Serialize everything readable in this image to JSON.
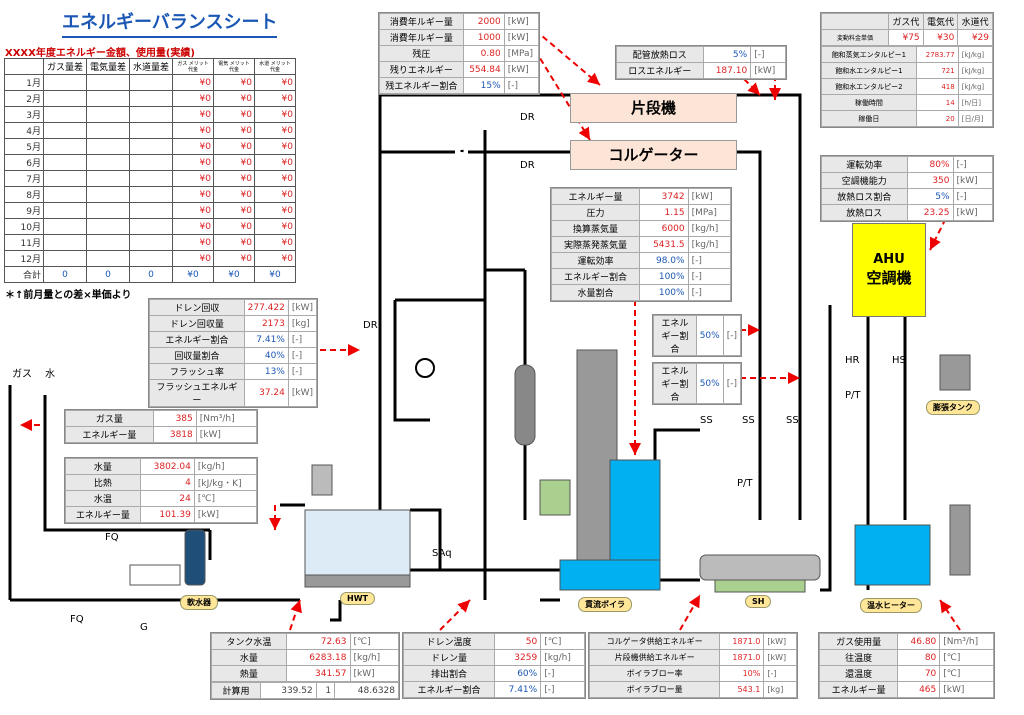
{
  "title": "エネルギーバランスシート",
  "subtitle": "XXXX年度エネルギー金額、使用量(実績)",
  "note": "＊↑前月量との差×単価より",
  "monthly": {
    "headers": [
      "ガス量差",
      "電気量差",
      "水道量差",
      "ガス メリット代金",
      "電気 メリット代金",
      "水道 メリット代金"
    ],
    "rows": [
      {
        "m": "1月",
        "g": "¥0",
        "e": "¥0",
        "w": "¥0"
      },
      {
        "m": "2月",
        "g": "¥0",
        "e": "¥0",
        "w": "¥0"
      },
      {
        "m": "3月",
        "g": "¥0",
        "e": "¥0",
        "w": "¥0"
      },
      {
        "m": "4月",
        "g": "¥0",
        "e": "¥0",
        "w": "¥0"
      },
      {
        "m": "5月",
        "g": "¥0",
        "e": "¥0",
        "w": "¥0"
      },
      {
        "m": "6月",
        "g": "¥0",
        "e": "¥0",
        "w": "¥0"
      },
      {
        "m": "7月",
        "g": "¥0",
        "e": "¥0",
        "w": "¥0"
      },
      {
        "m": "8月",
        "g": "¥0",
        "e": "¥0",
        "w": "¥0"
      },
      {
        "m": "9月",
        "g": "¥0",
        "e": "¥0",
        "w": "¥0"
      },
      {
        "m": "10月",
        "g": "¥0",
        "e": "¥0",
        "w": "¥0"
      },
      {
        "m": "11月",
        "g": "¥0",
        "e": "¥0",
        "w": "¥0"
      },
      {
        "m": "12月",
        "g": "¥0",
        "e": "¥0",
        "w": "¥0"
      }
    ],
    "total": {
      "label": "合計",
      "a": "0",
      "b": "0",
      "c": "0",
      "g": "¥0",
      "e": "¥0",
      "w": "¥0"
    }
  },
  "power": [
    {
      "l": "消費年ルギー量",
      "v": "2000",
      "u": "[kW]"
    },
    {
      "l": "消費年ルギー量",
      "v": "1000",
      "u": "[kW]"
    },
    {
      "l": "残圧",
      "v": "0.80",
      "u": "[MPa]"
    },
    {
      "l": "残りエネルギー",
      "v": "554.84",
      "u": "[kW]"
    },
    {
      "l": "残エネルギー割合",
      "v": "15%",
      "u": "[-]"
    }
  ],
  "pipeloss": [
    {
      "l": "配管放熱ロス",
      "v": "5%",
      "u": "[-]"
    },
    {
      "l": "ロスエネルギー",
      "v": "187.10",
      "u": "[kW]"
    }
  ],
  "prices": {
    "headers": [
      "ガス代",
      "電気代",
      "水道代"
    ],
    "unit_label": "変動料金単価",
    "unit": [
      "¥75",
      "¥30",
      "¥29"
    ],
    "rows": [
      {
        "l": "飽和蒸気エンタルピー1",
        "v": "2783.77",
        "u": "[kJ/kg]"
      },
      {
        "l": "飽和水エンタルピー1",
        "v": "721",
        "u": "[kJ/kg]"
      },
      {
        "l": "飽和水エンタルピー2",
        "v": "418",
        "u": "[kJ/kg]"
      },
      {
        "l": "稼働時間",
        "v": "14",
        "u": "[h/日]"
      },
      {
        "l": "稼働日",
        "v": "20",
        "u": "[日/月]"
      }
    ]
  },
  "ahu": [
    {
      "l": "運転効率",
      "v": "80%",
      "u": "[-]"
    },
    {
      "l": "空調機能力",
      "v": "350",
      "u": "[kW]"
    },
    {
      "l": "放熱ロス割合",
      "v": "5%",
      "u": "[-]"
    },
    {
      "l": "放熱ロス",
      "v": "23.25",
      "u": "[kW]"
    }
  ],
  "boiler": [
    {
      "l": "エネルギー量",
      "v": "3742",
      "u": "[kW]",
      "c": "r"
    },
    {
      "l": "圧力",
      "v": "1.15",
      "u": "[MPa]",
      "c": "r"
    },
    {
      "l": "換算蒸気量",
      "v": "6000",
      "u": "[kg/h]",
      "c": "r"
    },
    {
      "l": "実際蒸発蒸気量",
      "v": "5431.5",
      "u": "[kg/h]",
      "c": "r"
    },
    {
      "l": "運転効率",
      "v": "98.0%",
      "u": "[-]",
      "c": "b"
    },
    {
      "l": "エネルギー割合",
      "v": "100%",
      "u": "[-]",
      "c": "b"
    },
    {
      "l": "水量割合",
      "v": "100%",
      "u": "[-]",
      "c": "b"
    }
  ],
  "drain": [
    {
      "l": "ドレン回収",
      "v": "277.422",
      "u": "[kW]",
      "c": "r"
    },
    {
      "l": "ドレン回収量",
      "v": "2173",
      "u": "[kg]",
      "c": "r"
    },
    {
      "l": "エネルギー割合",
      "v": "7.41%",
      "u": "[-]",
      "c": "b"
    },
    {
      "l": "回収量割合",
      "v": "40%",
      "u": "[-]",
      "c": "b"
    },
    {
      "l": "フラッシュ率",
      "v": "13%",
      "u": "[-]",
      "c": "b"
    },
    {
      "l": "フラッシュエネルギー",
      "v": "37.24",
      "u": "[kW]",
      "c": "r"
    }
  ],
  "ss1": [
    {
      "l": "エネルギー割合",
      "v": "50%",
      "u": "[-]"
    }
  ],
  "ss2": [
    {
      "l": "エネルギー割合",
      "v": "50%",
      "u": "[-]"
    }
  ],
  "gasin": [
    {
      "l": "ガス量",
      "v": "385",
      "u": "[Nm³/h]"
    },
    {
      "l": "エネルギー量",
      "v": "3818",
      "u": "[kW]"
    }
  ],
  "water": [
    {
      "l": "水量",
      "v": "3802.04",
      "u": "[kg/h]"
    },
    {
      "l": "比熱",
      "v": "4",
      "u": "[kJ/kg・K]"
    },
    {
      "l": "水温",
      "v": "24",
      "u": "[℃]"
    },
    {
      "l": "エネルギー量",
      "v": "101.39",
      "u": "[kW]"
    }
  ],
  "tank": [
    {
      "l": "タンク水温",
      "v": "72.63",
      "u": "[℃]",
      "c": "r"
    },
    {
      "l": "水量",
      "v": "6283.18",
      "u": "[kg/h]",
      "c": "r"
    },
    {
      "l": "熱量",
      "v": "341.57",
      "u": "[kW]",
      "c": "r"
    }
  ],
  "tank_calc": {
    "l": "計算用",
    "a": "339.52",
    "b": "1",
    "c": "48.6328"
  },
  "drain2": [
    {
      "l": "ドレン温度",
      "v": "50",
      "u": "[℃]",
      "c": "r"
    },
    {
      "l": "ドレン量",
      "v": "3259",
      "u": "[kg/h]",
      "c": "r"
    },
    {
      "l": "排出割合",
      "v": "60%",
      "u": "[-]",
      "c": "b"
    },
    {
      "l": "エネルギー割合",
      "v": "7.41%",
      "u": "[-]",
      "c": "b"
    }
  ],
  "supply": [
    {
      "l": "コルゲータ供給エネルギー",
      "v": "1871.0",
      "u": "[kW]"
    },
    {
      "l": "片段機供給エネルギー",
      "v": "1871.0",
      "u": "[kW]"
    },
    {
      "l": "ボイラブロー率",
      "v": "10%",
      "u": "[-]"
    },
    {
      "l": "ボイラブロー量",
      "v": "543.1",
      "u": "[kg]"
    }
  ],
  "heater": [
    {
      "l": "ガス使用量",
      "v": "46.80",
      "u": "[Nm³/h]"
    },
    {
      "l": "往温度",
      "v": "80",
      "u": "[℃]"
    },
    {
      "l": "還温度",
      "v": "70",
      "u": "[℃]"
    },
    {
      "l": "エネルギー量",
      "v": "465",
      "u": "[kW]"
    }
  ],
  "equip": {
    "katadan": "片段機",
    "corrugator": "コルゲーター",
    "ahu1": "AHU",
    "ahu2": "空調機"
  },
  "labels": {
    "dr1": "DR",
    "dr2": "DR",
    "dr3": "DR",
    "gas": "ガス",
    "water": "水",
    "fq1": "FQ",
    "fq2": "FQ",
    "g": "G",
    "saq": "SAq",
    "ss1": "SS",
    "ss2": "SS",
    "ss3": "SS",
    "hr": "HR",
    "hs": "HS",
    "pt": "P/T"
  },
  "eqlabels": {
    "softener": "軟水器",
    "hwt": "HWT",
    "boiler": "貫流ボイラ",
    "sh": "SH",
    "heater": "温水ヒーター",
    "exptank": "膨張タンク"
  }
}
